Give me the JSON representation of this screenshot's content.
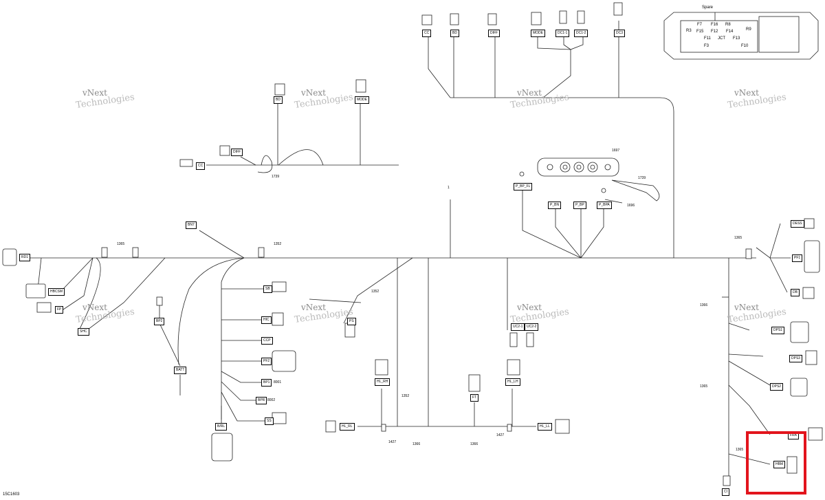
{
  "labels": {
    "cc_top": "CC",
    "bd_top": "BD",
    "diff_top": "DIFF",
    "mode": "MODE",
    "dc11": "DC1-1",
    "dc12": "DC1-2",
    "dc3": "DC3",
    "bd_mid": "BD",
    "mode_mid": "MODE",
    "diff_mid": "DIFF",
    "cc_mid": "CC",
    "p_bp_fl": "P_BP_FL",
    "p_bn": "P_BN",
    "p_bp": "P_BP",
    "p_bpa": "P_BPA",
    "rd1": "RD1",
    "hbcsm": "HBCSM",
    "fp": "FP",
    "bn7": "BN7",
    "sb": "SB",
    "hic": "HIC",
    "ccp": "CCP",
    "pf2": "PF2",
    "bp1": "BP1",
    "bpr": "BPR",
    "ss": "SS",
    "brl": "B/RL",
    "bp2": "BP2",
    "batt": "BATT",
    "shc": "SHC",
    "ps": "PS",
    "hl_rh": "HL_RH",
    "ft": "FT",
    "hl_lh": "HL_LH",
    "hl_rl": "HL_RL",
    "hl_ll": "HL_LL",
    "uc21": "UC2-1",
    "uc22": "UC2-2",
    "dess": "DESS",
    "pf1": "PF1",
    "db": "DB",
    "dps1": "DPS1",
    "dps3": "DPS3",
    "dps2": "DPS2",
    "fra": "FRA",
    "hbm": "HBM",
    "ci": "CI"
  },
  "numbers": {
    "n1365a": "1365",
    "n1352a": "1352",
    "n1739a": "1739",
    "n1697": "1697",
    "n1739b": "1739",
    "n1696": "1696",
    "n1": "1",
    "n1352b": "1352",
    "n1352c": "1352",
    "n1366a": "1366",
    "n1365b": "1365",
    "n1365c": "1365",
    "n1365d": "1365",
    "n1427a": "1427",
    "n1366b": "1366",
    "n1366c": "1366",
    "n1427b": "1427",
    "n8n1": "8001",
    "n8n2": "8002"
  },
  "fuse_box": {
    "spare": "Spare",
    "f7": "F7",
    "f16": "F16",
    "r8": "R8",
    "r3": "R3",
    "f15": "F15",
    "f12": "F12",
    "f14": "F14",
    "r9": "R9",
    "f11": "F11",
    "jct": "JCT",
    "f13": "F13",
    "f3": "F3",
    "f10": "F10"
  },
  "watermark": {
    "line1": "vNext",
    "line2": "Technologies"
  },
  "drawing_code": "15C1603"
}
